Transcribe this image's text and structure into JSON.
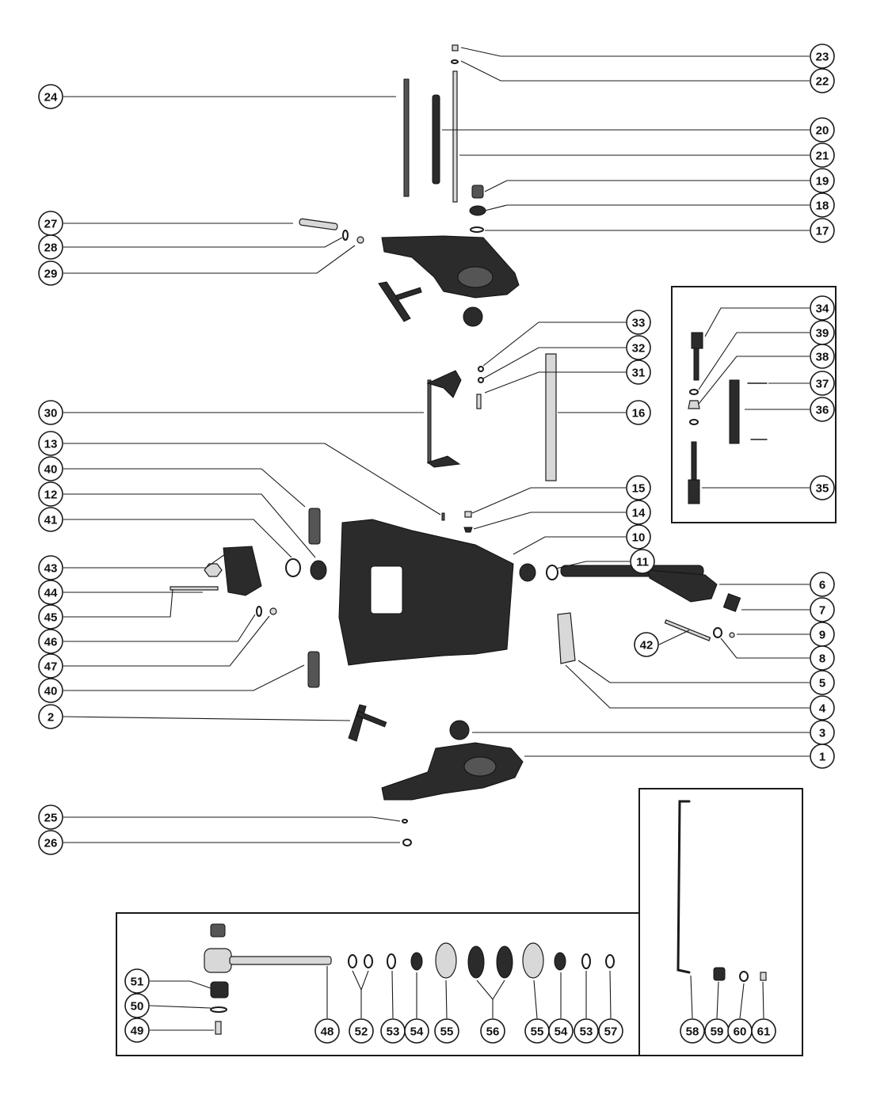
{
  "callouts": [
    {
      "n": "23"
    },
    {
      "n": "22"
    },
    {
      "n": "24"
    },
    {
      "n": "20"
    },
    {
      "n": "21"
    },
    {
      "n": "19"
    },
    {
      "n": "18"
    },
    {
      "n": "27"
    },
    {
      "n": "17"
    },
    {
      "n": "28"
    },
    {
      "n": "29"
    },
    {
      "n": "33"
    },
    {
      "n": "32"
    },
    {
      "n": "31"
    },
    {
      "n": "30"
    },
    {
      "n": "16"
    },
    {
      "n": "13"
    },
    {
      "n": "40"
    },
    {
      "n": "15"
    },
    {
      "n": "12"
    },
    {
      "n": "14"
    },
    {
      "n": "41"
    },
    {
      "n": "10"
    },
    {
      "n": "11"
    },
    {
      "n": "43"
    },
    {
      "n": "6"
    },
    {
      "n": "44"
    },
    {
      "n": "7"
    },
    {
      "n": "45"
    },
    {
      "n": "9"
    },
    {
      "n": "42"
    },
    {
      "n": "46"
    },
    {
      "n": "8"
    },
    {
      "n": "47"
    },
    {
      "n": "5"
    },
    {
      "n": "40"
    },
    {
      "n": "4"
    },
    {
      "n": "2"
    },
    {
      "n": "3"
    },
    {
      "n": "1"
    },
    {
      "n": "25"
    },
    {
      "n": "26"
    },
    {
      "n": "34"
    },
    {
      "n": "39"
    },
    {
      "n": "38"
    },
    {
      "n": "37"
    },
    {
      "n": "36"
    },
    {
      "n": "35"
    },
    {
      "n": "51"
    },
    {
      "n": "50"
    },
    {
      "n": "49"
    },
    {
      "n": "48"
    },
    {
      "n": "52"
    },
    {
      "n": "53"
    },
    {
      "n": "54"
    },
    {
      "n": "55"
    },
    {
      "n": "56"
    },
    {
      "n": "55"
    },
    {
      "n": "54"
    },
    {
      "n": "53"
    },
    {
      "n": "57"
    },
    {
      "n": "58"
    },
    {
      "n": "59"
    },
    {
      "n": "60"
    },
    {
      "n": "61"
    }
  ]
}
